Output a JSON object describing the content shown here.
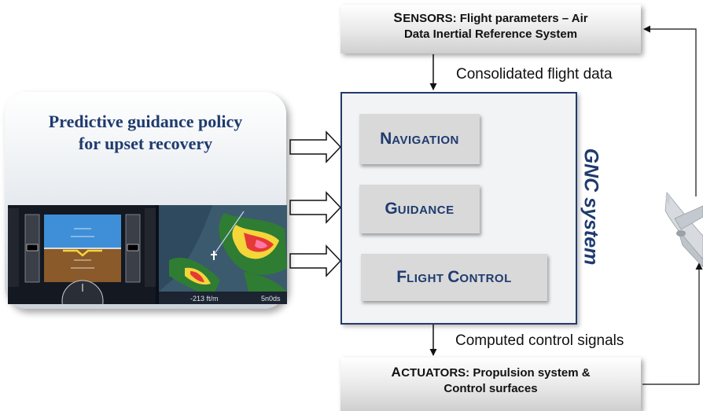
{
  "sensors": {
    "keyword_cap": "S",
    "keyword_rest": "ENSORS",
    "line1_rest": ": Flight parameters – Air",
    "line2": "Data Inertial Reference System"
  },
  "consolidated_label": "Consolidated flight data",
  "policy": {
    "title_line1": "Predictive guidance policy",
    "title_line2": "for upset recovery"
  },
  "gnc": {
    "title": "GNC system",
    "navigation": {
      "cap": "N",
      "rest": "AVIGATION"
    },
    "guidance": {
      "cap": "G",
      "rest": "UIDANCE"
    },
    "flight_control": {
      "cap1": "F",
      "rest1": "LIGHT ",
      "cap2": "C",
      "rest2": "ONTROL"
    }
  },
  "computed_label": "Computed control signals",
  "actuators": {
    "keyword_cap": "A",
    "keyword_rest": "CTUATORS",
    "line1_rest": ": Propulsion system &",
    "line2": "Control surfaces"
  },
  "colors": {
    "title_blue": "#1f3b6e",
    "module_gray": "#d9d9d9",
    "frame_border": "#243a6b"
  },
  "cockpit_readouts": {
    "vertical_speed": "-213 ft/m",
    "tail": "5n0ds"
  }
}
